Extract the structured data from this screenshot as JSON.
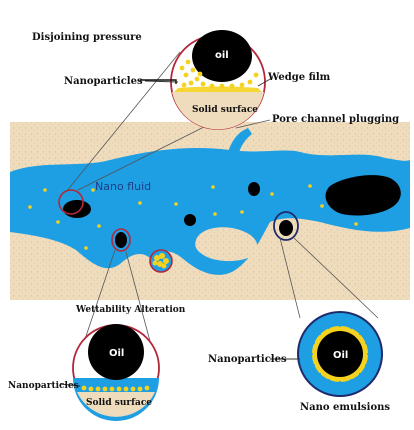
{
  "labels": {
    "disjoining_pressure": "Disjoining pressure",
    "nanoparticles_top": "Nanoparticles",
    "oil_top": "oil",
    "wedge_film": "Wedge film",
    "solid_surface_top": "Solid surface",
    "pore_channel_plugging": "Pore channel plugging",
    "nano_fluid": "Nano fluid",
    "wettability_alteration": "Wettability Alteration",
    "oil_bottom_left": "Oil",
    "nanoparticles_bottom_left": "Nanoparticles",
    "solid_surface_bottom": "Solid surface",
    "nanoparticles_right": "Nanoparticles",
    "oil_right": "Oil",
    "nano_emulsions": "Nano emulsions"
  },
  "colors": {
    "rock": "#efdcbc",
    "fluid": "#1e9ee3",
    "oil": "#000000",
    "nanoparticle": "#f4d21f",
    "outline_red": "#b3283a",
    "outline_navy": "#1f2a6b"
  }
}
